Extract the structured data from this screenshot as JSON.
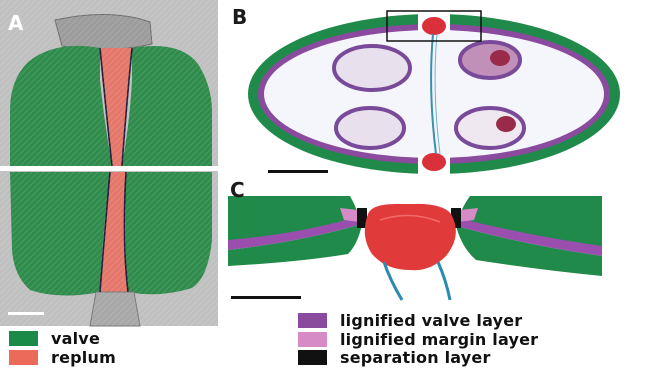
{
  "panels": {
    "a": {
      "label": "A"
    },
    "b": {
      "label": "B"
    },
    "c": {
      "label": "C"
    }
  },
  "legend": [
    {
      "id": "valve",
      "label": "valve",
      "color": "#1a8a48"
    },
    {
      "id": "replum",
      "label": "replum",
      "color": "#ec6a5a"
    },
    {
      "id": "lignified-valve-layer",
      "label": "lignified valve layer",
      "color": "#8a4a9e"
    },
    {
      "id": "lignified-margin-layer",
      "label": "lignified margin layer",
      "color": "#d68ac6"
    },
    {
      "id": "separation-layer",
      "label": "separation layer",
      "color": "#111111"
    }
  ]
}
